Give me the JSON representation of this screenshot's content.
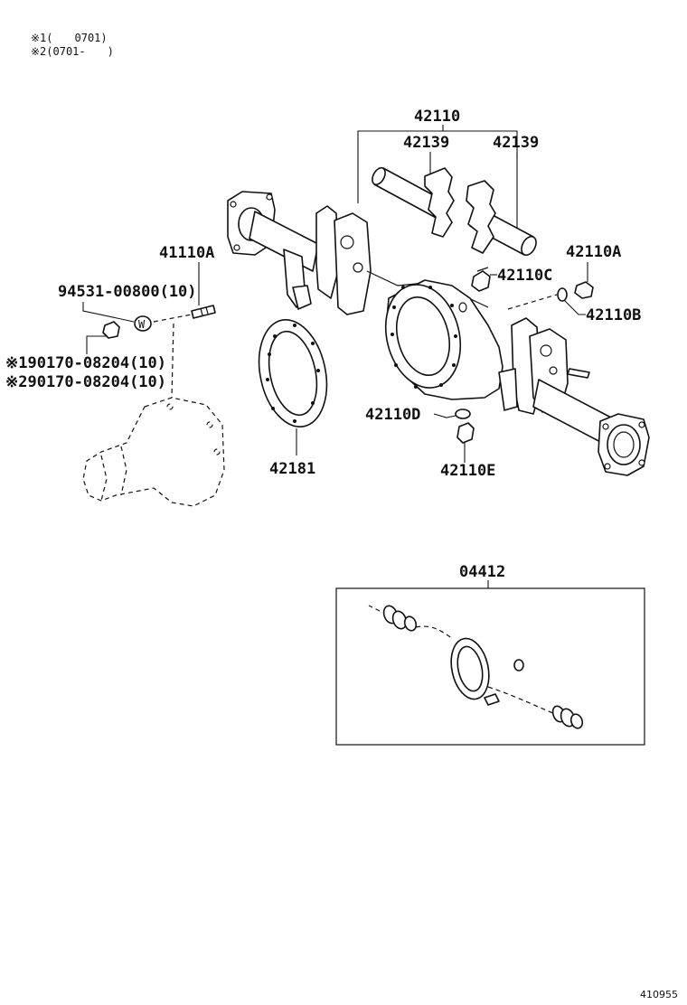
{
  "notes": {
    "note1": "※1(　　0701)",
    "note2": "※2(0701-　　)"
  },
  "labels": {
    "p42110": "42110",
    "p42139_left": "42139",
    "p42139_right": "42139",
    "p41110A": "41110A",
    "p94531": "94531-00800(10)",
    "p42110A": "42110A",
    "p42110C": "42110C",
    "p42110B": "42110B",
    "p90170_1": "※190170-08204(10)",
    "p90170_2": "※290170-08204(10)",
    "p42110D": "42110D",
    "p42181": "42181",
    "p42110E": "42110E",
    "p04412": "04412",
    "w_mark": "W"
  },
  "reference": "410955"
}
